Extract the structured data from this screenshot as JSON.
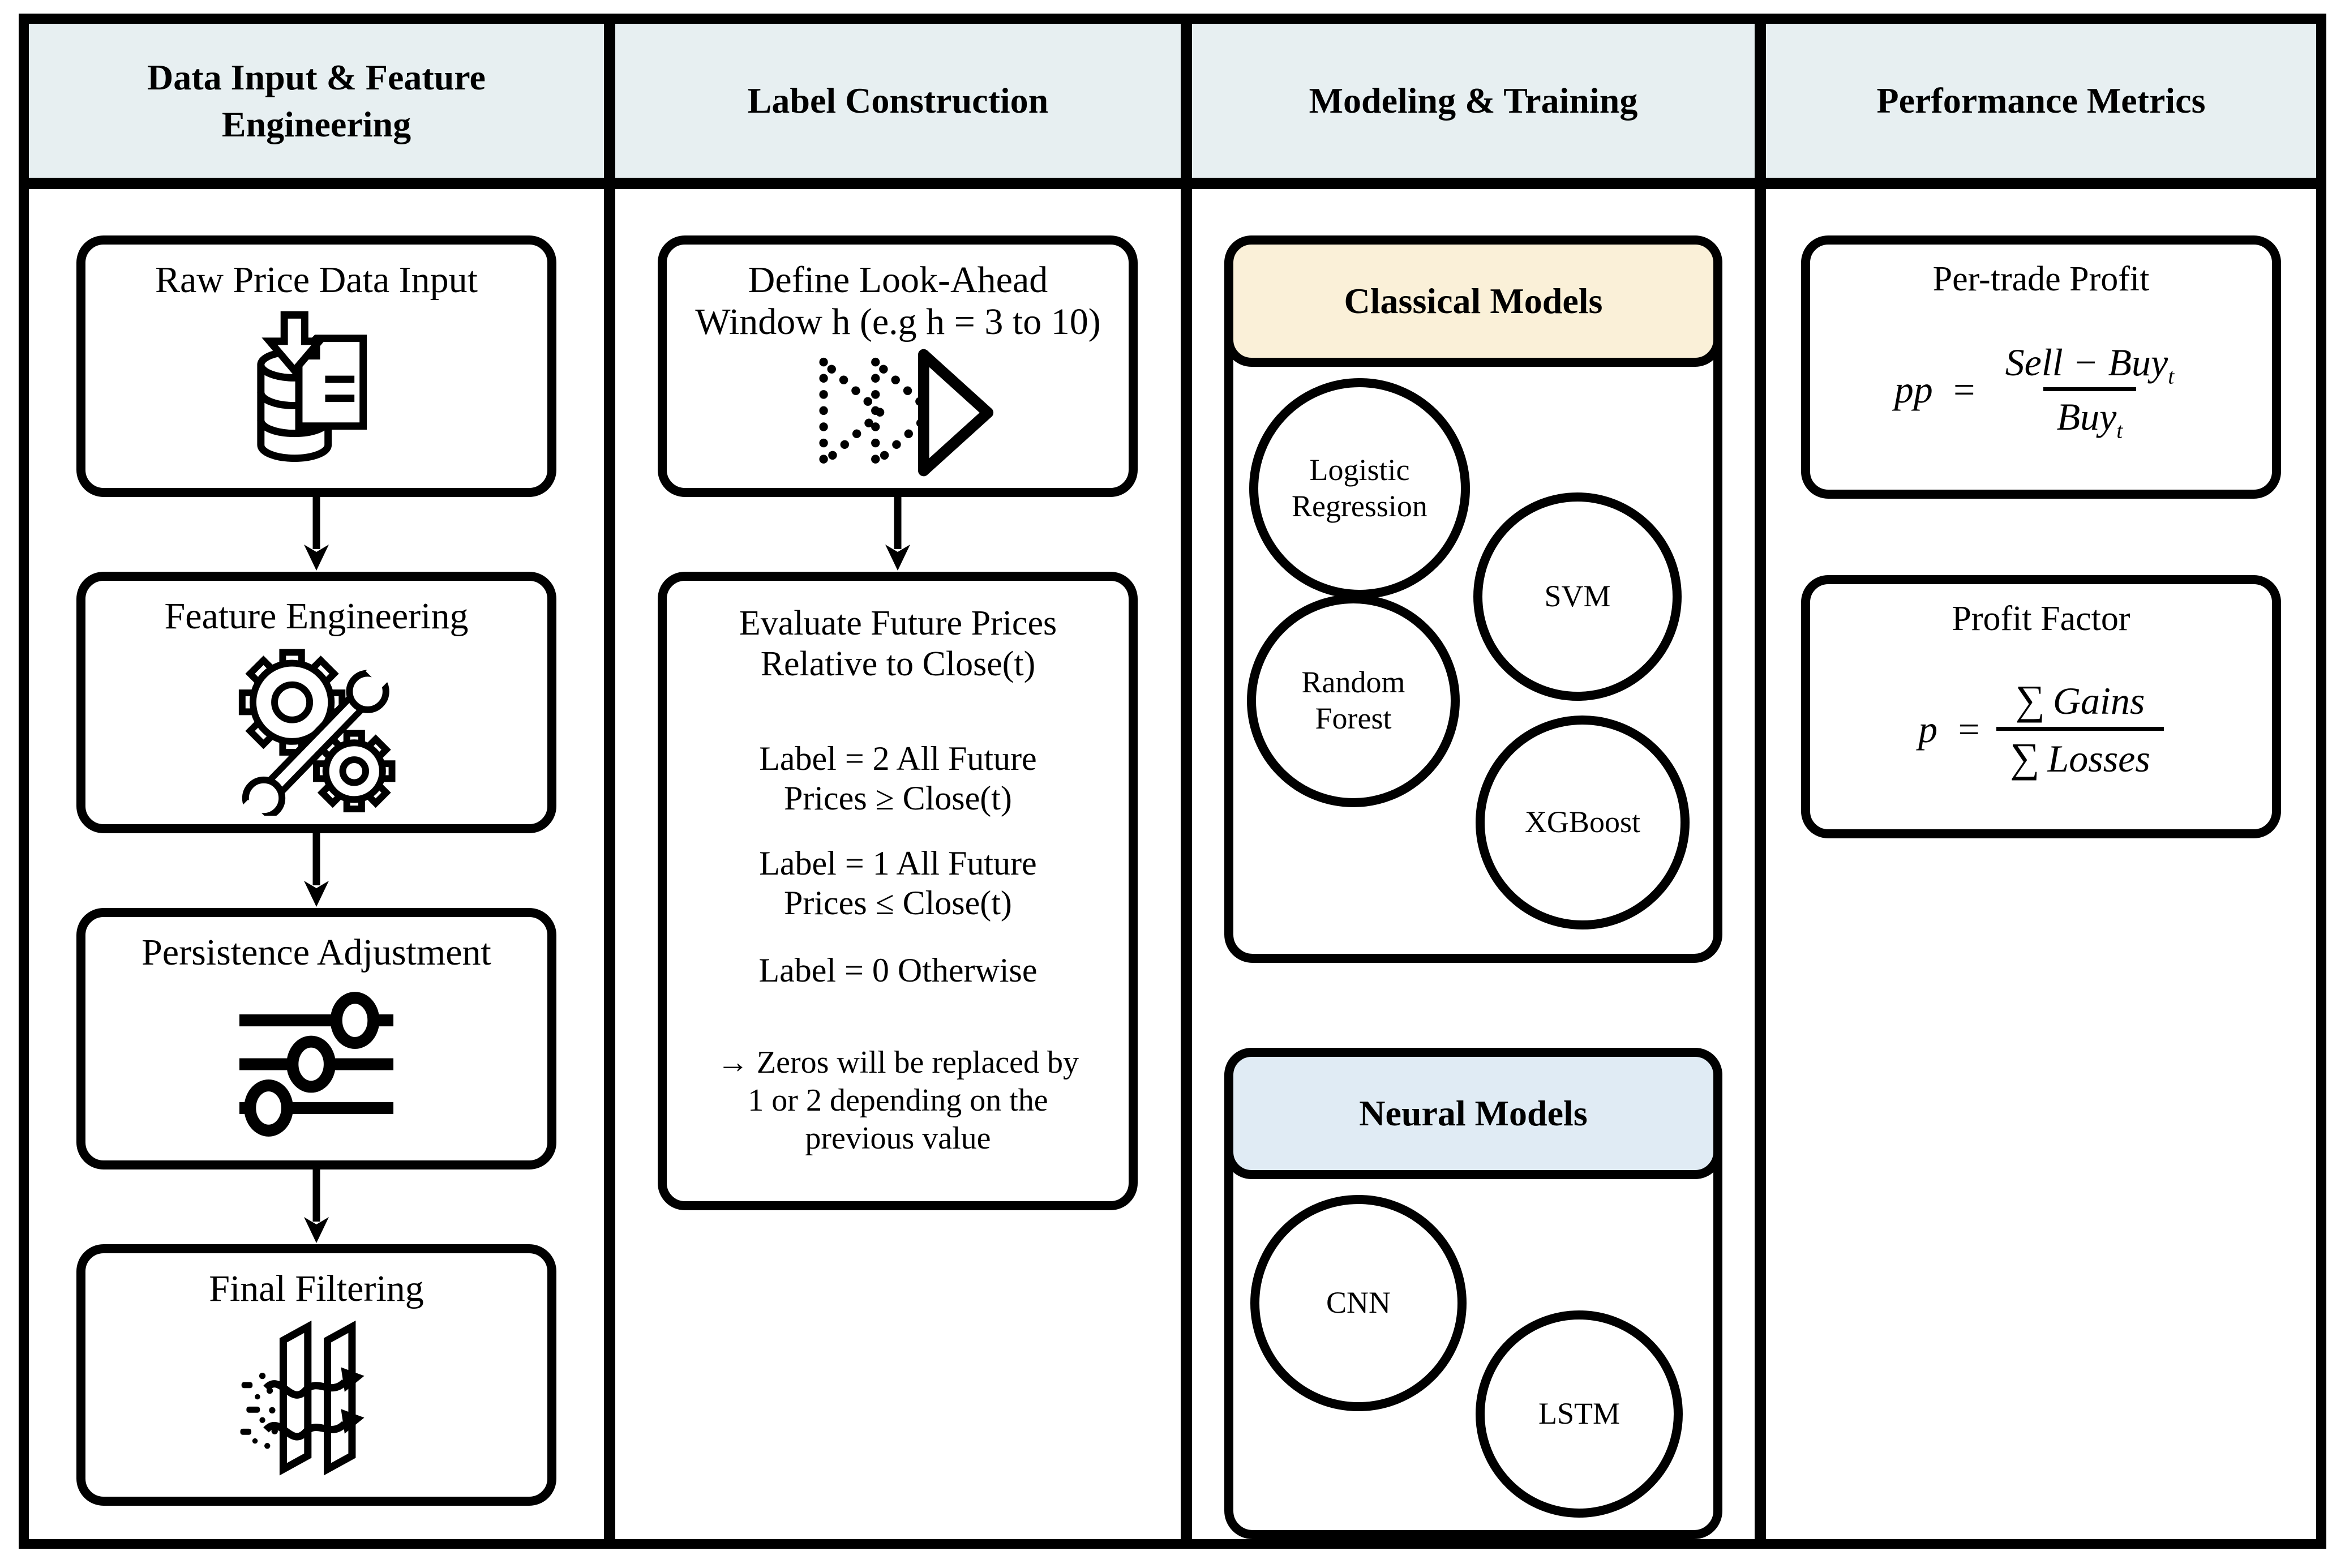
{
  "colors": {
    "header_bg": "#e7eff1",
    "classical_header_bg": "#faf0d8",
    "neural_header_bg": "#e0ebf4",
    "border": "#000000",
    "background": "#ffffff"
  },
  "headers": [
    {
      "lines": [
        "Data Input & Feature",
        "Engineering"
      ]
    },
    {
      "lines": [
        "Label Construction"
      ]
    },
    {
      "lines": [
        "Modeling & Training"
      ]
    },
    {
      "lines": [
        "Performance Metrics"
      ]
    }
  ],
  "icons": [
    "database-import-icon",
    "gears-wrench-icon",
    "sliders-icon",
    "filter-icon",
    "fast-forward-icon",
    "down-arrow-icon"
  ],
  "pipeline": {
    "stages": [
      {
        "label": "Raw Price Data Input",
        "icon": "database-import-icon"
      },
      {
        "label": "Feature Engineering",
        "icon": "gears-wrench-icon"
      },
      {
        "label": "Persistence Adjustment",
        "icon": "sliders-icon"
      },
      {
        "label": "Final Filtering",
        "icon": "filter-icon"
      }
    ]
  },
  "label_construction": {
    "define": {
      "lines": [
        "Define Look-Ahead",
        "Window h (e.g h = 3 to 10)"
      ],
      "icon": "fast-forward-icon"
    },
    "evaluate": {
      "title": [
        "Evaluate Future Prices",
        "Relative to Close(t)"
      ],
      "rule2": [
        "Label = 2  All Future",
        "Prices ≥ Close(t)"
      ],
      "rule1": [
        "Label = 1 All Future",
        "Prices ≤ Close(t)"
      ],
      "rule0": "Label = 0 Otherwise",
      "note": [
        "→ Zeros will be replaced by",
        "1 or 2 depending on the",
        "previous value"
      ]
    }
  },
  "modeling": {
    "classical": {
      "title": "Classical Models",
      "models": [
        "Logistic Regression",
        "SVM",
        "Random Forest",
        "XGBoost"
      ]
    },
    "neural": {
      "title": "Neural Models",
      "models": [
        "CNN",
        "LSTM"
      ]
    }
  },
  "metrics": {
    "per_trade": {
      "title": "Per-trade Profit",
      "lhs": "pp",
      "eq": "=",
      "num": "Sell − Buy",
      "num_sub": "t",
      "den": "Buy",
      "den_sub": "t"
    },
    "profit_factor": {
      "title": "Profit Factor",
      "lhs": "p",
      "eq": "=",
      "num_sigma": "∑",
      "num_word": "Gains",
      "den_sigma": "∑",
      "den_word": "Losses"
    }
  }
}
